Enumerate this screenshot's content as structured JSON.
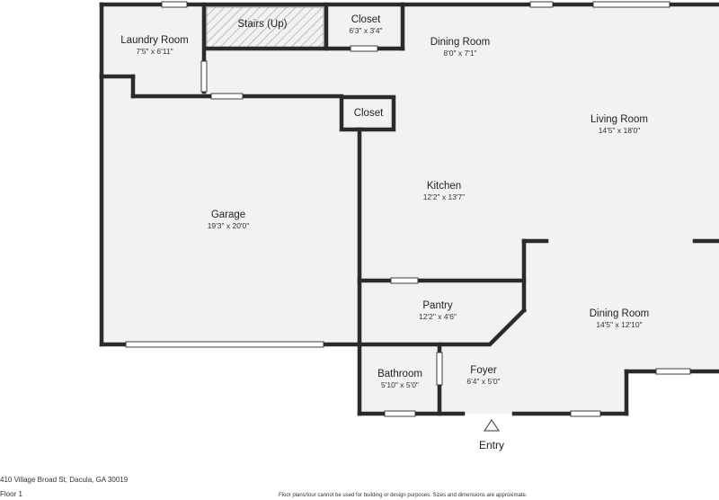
{
  "colors": {
    "wall": "#2b2b2b",
    "floor": "#f2f2f2",
    "window": "#ffffff",
    "text": "#222222"
  },
  "rooms": [
    {
      "name": "Laundry Room",
      "dim": "7'5\" x 6'11\""
    },
    {
      "name": "Stairs (Up)",
      "dim": ""
    },
    {
      "name": "Closet",
      "dim": "6'3\" x 3'4\""
    },
    {
      "name": "Dining Room",
      "dim": "8'0\" x 7'1\""
    },
    {
      "name": "Closet",
      "dim": ""
    },
    {
      "name": "Living Room",
      "dim": "14'5\" x 18'0\""
    },
    {
      "name": "Kitchen",
      "dim": "12'2\" x 13'7\""
    },
    {
      "name": "Garage",
      "dim": "19'3\" x 20'0\""
    },
    {
      "name": "Pantry",
      "dim": "12'2\" x 4'6\""
    },
    {
      "name": "Dining Room",
      "dim": "14'5\" x 12'10\""
    },
    {
      "name": "Bathroom",
      "dim": "5'10\" x 5'0\""
    },
    {
      "name": "Foyer",
      "dim": "6'4\" x 5'0\""
    }
  ],
  "entry": {
    "label": "Entry",
    "icon": "entry-arrow-icon"
  },
  "footer": {
    "address": "410 Village Broad St, Dacula, GA 30019",
    "floor": "Floor 1",
    "disclaimer": "Floor plans/tour cannot be used for building or design purposes. Sizes and dimensions are approximate."
  }
}
